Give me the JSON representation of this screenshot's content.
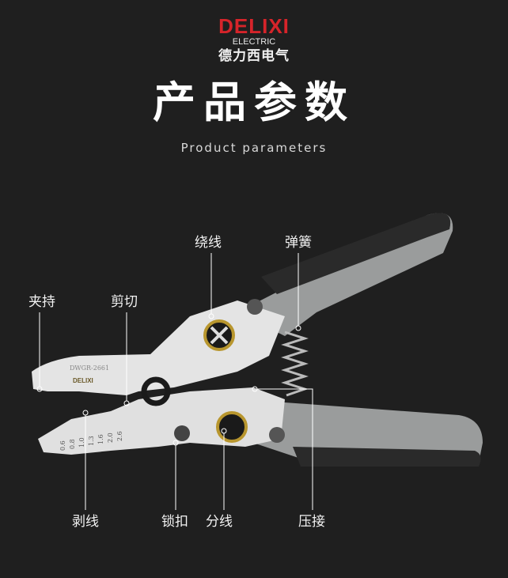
{
  "brand": {
    "name": "DELIXI",
    "sub": "ELECTRIC",
    "cn": "德力西电气"
  },
  "header": {
    "title": "产品参数",
    "subtitle": "Product parameters"
  },
  "product": {
    "model": "DWGR-2661",
    "engraved_brand": "DELIXI",
    "gauge_marks": [
      "0.6",
      "0.8",
      "1.0",
      "1.3",
      "1.6",
      "2.0",
      "2.6"
    ]
  },
  "labels": {
    "winding": "绕线",
    "spring": "弹簧",
    "clamping": "夹持",
    "cutting": "剪切",
    "stripping": "剥线",
    "lock": "锁扣",
    "splitting": "分线",
    "crimping": "压接"
  },
  "colors": {
    "background": "#1f1f1f",
    "brand_red": "#d6242a",
    "handle_gray": "#9a9c9c",
    "handle_black": "#2a2a2a",
    "steel": "#e4e4e4"
  }
}
